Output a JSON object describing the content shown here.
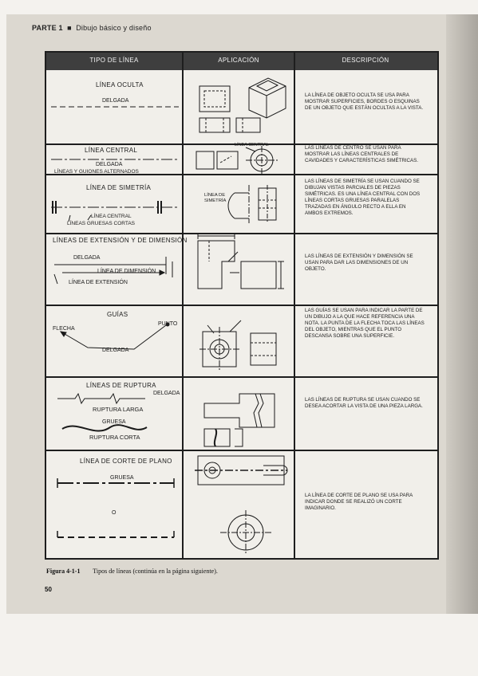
{
  "header": {
    "part": "PARTE 1",
    "section": "Dibujo básico y diseño"
  },
  "table": {
    "columns": [
      "TIPO DE LÍNEA",
      "APLICACIÓN",
      "DESCRIPCIÓN"
    ],
    "rows": [
      {
        "title": "LÍNEA OCULTA",
        "labels": [
          "DELGADA"
        ],
        "description": "LA LÍNEA DE OBJETO OCULTA SE USA PARA MOSTRAR SUPERFICIES, BORDES O ESQUINAS DE UN OBJETO QUE ESTÁN OCULTAS A LA VISTA."
      },
      {
        "title": "LÍNEA CENTRAL",
        "labels": [
          "DELGADA",
          "LÍNEAS Y GUIONES ALTERNADOS"
        ],
        "app_labels": [
          "LÍNEA CENTRAL"
        ],
        "description": "LAS LÍNEAS DE CENTRO SE USAN PARA MOSTRAR LAS LÍNEAS CENTRALES DE CAVIDADES Y CARACTERÍSTICAS SIMÉTRICAS."
      },
      {
        "title": "LÍNEA DE SIMETRÍA",
        "labels": [
          "LÍNEA CENTRAL",
          "LÍNEAS GRUESAS CORTAS"
        ],
        "app_labels": [
          "LÍNEA DE SIMETRÍA"
        ],
        "description": "LAS LÍNEAS DE SIMETRÍA SE USAN CUANDO SE DIBUJAN VISTAS PARCIALES DE PIEZAS SIMÉTRICAS. ES UNA LÍNEA CENTRAL CON DOS LÍNEAS CORTAS GRUESAS PARALELAS TRAZADAS EN ÁNGULO RECTO A ELLA EN AMBOS EXTREMOS."
      },
      {
        "title": "LÍNEAS DE EXTENSIÓN Y DE DIMENSIÓN",
        "labels": [
          "DELGADA",
          "LÍNEA DE DIMENSIÓN",
          "LÍNEA DE EXTENSIÓN"
        ],
        "description": "LAS LÍNEAS DE EXTENSIÓN Y DIMENSIÓN SE USAN PARA DAR LAS DIMENSIONES DE UN OBJETO."
      },
      {
        "title": "GUÍAS",
        "labels": [
          "FLECHA",
          "PUNTO",
          "DELGADA"
        ],
        "description": "LAS GUÍAS SE USAN PARA INDICAR LA PARTE DE UN DIBUJO A LA QUE HACE REFERENCIA UNA NOTA. LA PUNTA DE LA FLECHA TOCA LAS LÍNEAS DEL OBJETO, MIENTRAS QUE EL PUNTO DESCANSA SOBRE UNA SUPERFICIE."
      },
      {
        "title": "LÍNEAS DE RUPTURA",
        "labels": [
          "DELGADA",
          "RUPTURA LARGA",
          "GRUESA",
          "RUPTURA CORTA"
        ],
        "description": "LAS LÍNEAS DE RUPTURA SE USAN CUANDO SE DESEA ACORTAR LA VISTA DE UNA PIEZA LARGA."
      },
      {
        "title": "LÍNEA DE CORTE DE PLANO",
        "labels": [
          "GRUESA",
          "O"
        ],
        "description": "LA LÍNEA DE CORTE DE PLANO SE USA PARA INDICAR DONDE SE REALIZÓ UN CORTE IMAGINARIO."
      }
    ]
  },
  "caption": {
    "figure": "Figura 4-1-1",
    "text": "Tipos de líneas (continúa en la página siguiente)."
  },
  "page_number": "50"
}
